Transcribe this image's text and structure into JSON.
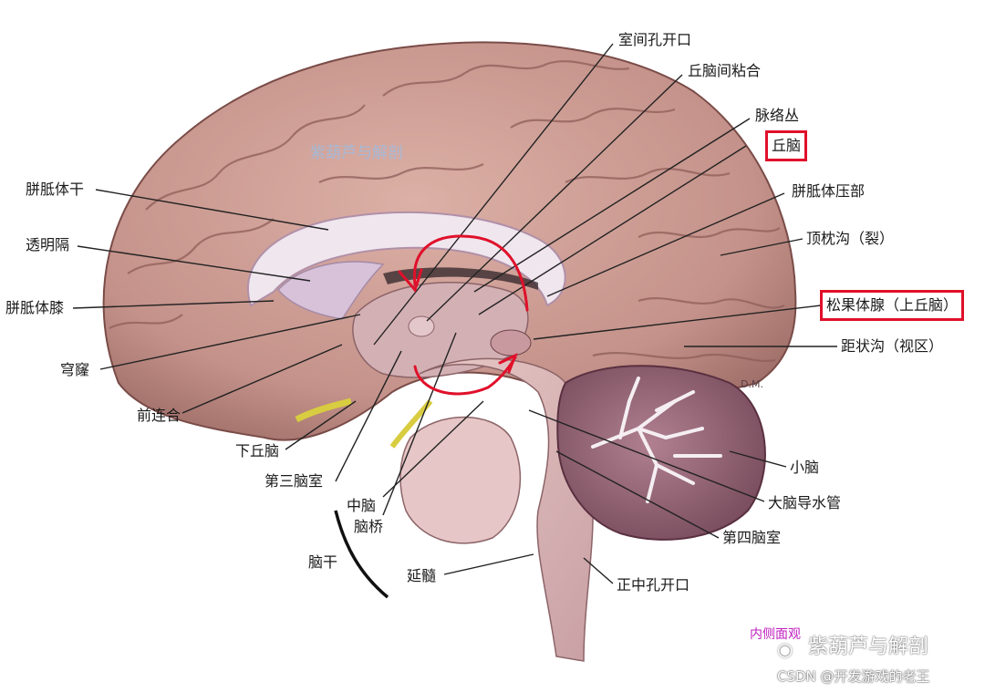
{
  "labels": {
    "interventricular_foramen": "室间孔开口",
    "interthalamic_adhesion": "丘脑间粘合",
    "choroid_plexus": "脉络丛",
    "thalamus": "丘脑",
    "splenium": "胼胝体压部",
    "parieto_occipital_sulcus": "顶枕沟（裂）",
    "pineal": "松果体腺（上丘脑）",
    "calcarine_sulcus": "距状沟（视区）",
    "cerebellum": "小脑",
    "aqueduct": "大脑导水管",
    "fourth_ventricle": "第四脑室",
    "median_aperture": "正中孔开口",
    "medulla": "延髓",
    "brainstem": "脑干",
    "pons": "脑桥",
    "midbrain": "中脑",
    "third_ventricle": "第三脑室",
    "hypothalamus": "下丘脑",
    "anterior_commissure": "前连合",
    "fornix": "穹窿",
    "genu": "胼胝体膝",
    "septum": "透明隔",
    "corpus_callosum_trunk": "胼胝体干"
  },
  "watermarks": {
    "top": "紫葫芦与解剖",
    "bottom": "紫葫芦与解剖",
    "pink": "内侧面观",
    "csdn": "CSDN @开发游戏的老王",
    "dm": "D.M."
  },
  "highlight_color": "#e0102a"
}
